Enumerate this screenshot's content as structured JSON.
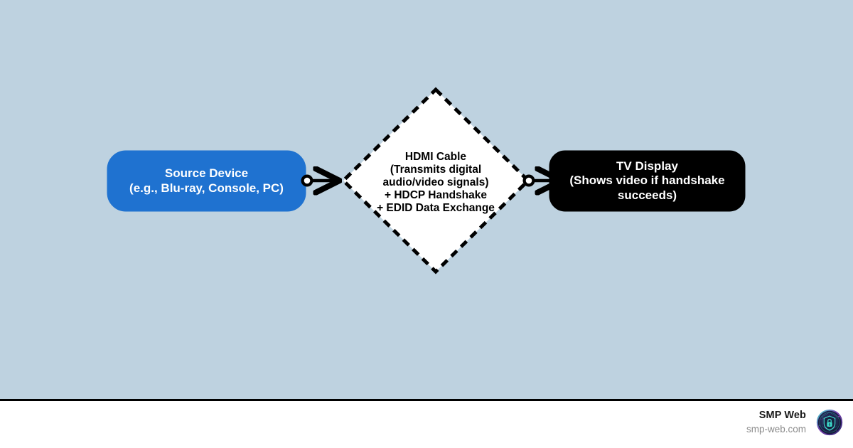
{
  "canvas": {
    "background_color": "#bed2e0",
    "divider_color": "#000000"
  },
  "diagram": {
    "type": "flowchart",
    "direction": "left-to-right",
    "nodes": [
      {
        "id": "source",
        "shape": "rounded-rectangle",
        "label": "Source Device\n(e.g., Blu-ray, Console, PC)",
        "title": "Source Device",
        "subtitle": "(e.g., Blu-ray, Console, PC)",
        "fill_color": "#1f72d0",
        "text_color": "#ffffff",
        "border_color": "#1f72d0"
      },
      {
        "id": "cable",
        "shape": "diamond",
        "label": "HDMI Cable\n(Transmits digital\naudio/video signals)\n+ HDCP Handshake\n+ EDID Data Exchange",
        "title": "HDMI Cable",
        "lines": [
          "HDMI Cable",
          "(Transmits digital",
          "audio/video signals)",
          "+ HDCP Handshake",
          "+ EDID Data Exchange"
        ],
        "fill_color": "#ffffff",
        "text_color": "#000000",
        "border_color": "#000000",
        "border_style": "dashed"
      },
      {
        "id": "tv",
        "shape": "rounded-rectangle",
        "label": "TV Display\n(Shows video if handshake\nsucceeds)",
        "title": "TV Display",
        "subtitle": "(Shows video if handshake succeeds)",
        "fill_color": "#000000",
        "text_color": "#ffffff",
        "border_color": "#000000"
      }
    ],
    "edges": [
      {
        "id": "edge-source-cable",
        "from": "source",
        "to": "cable",
        "label": "",
        "start_marker": "circle",
        "end_marker": "arrow",
        "color": "#000000"
      },
      {
        "id": "edge-cable-tv",
        "from": "cable",
        "to": "tv",
        "label": "",
        "start_marker": "circle",
        "end_marker": "arrow",
        "color": "#000000"
      }
    ]
  },
  "footer": {
    "brand_name": "SMP Web",
    "brand_url": "smp-web.com",
    "logo_name": "smp-web-shield-lock-logo",
    "name_color": "#1a1a1a",
    "url_color": "#8a8a8a"
  }
}
